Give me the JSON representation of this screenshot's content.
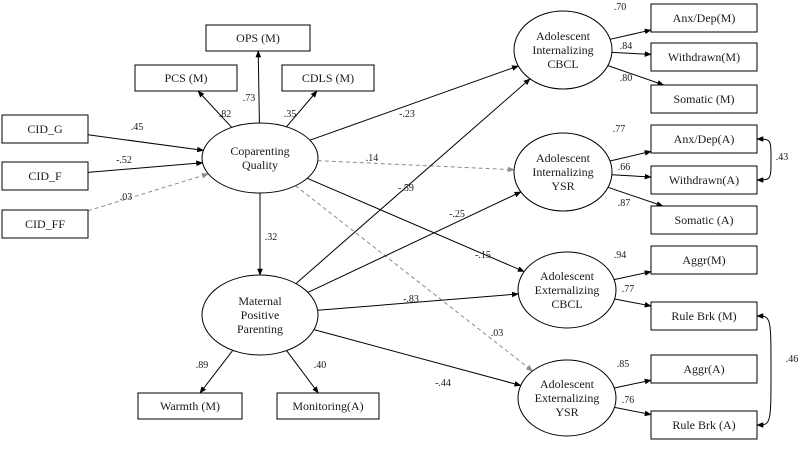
{
  "colors": {
    "line": "#000000",
    "nonsig": "#8c8c8c",
    "text": "#1a1a1a"
  },
  "boxes": [
    {
      "id": "ops",
      "label": "OPS (M)"
    },
    {
      "id": "pcs",
      "label": "PCS (M)"
    },
    {
      "id": "cdls",
      "label": "CDLS (M)"
    },
    {
      "id": "cidg",
      "label": "CID_G"
    },
    {
      "id": "cidf",
      "label": "CID_F"
    },
    {
      "id": "cidff",
      "label": "CID_FF"
    },
    {
      "id": "warm",
      "label": "Warmth (M)"
    },
    {
      "id": "mon",
      "label": "Monitoring(A)"
    },
    {
      "id": "adm",
      "label": "Anx/Dep(M)"
    },
    {
      "id": "wdm",
      "label": "Withdrawn(M)"
    },
    {
      "id": "som",
      "label": "Somatic (M)"
    },
    {
      "id": "ada",
      "label": "Anx/Dep(A)"
    },
    {
      "id": "wda",
      "label": "Withdrawn(A)"
    },
    {
      "id": "soa",
      "label": "Somatic (A)"
    },
    {
      "id": "agm",
      "label": "Aggr(M)"
    },
    {
      "id": "rbm",
      "label": "Rule Brk (M)"
    },
    {
      "id": "aga",
      "label": "Aggr(A)"
    },
    {
      "id": "rba",
      "label": "Rule Brk (A)"
    }
  ],
  "latents": [
    {
      "id": "cq",
      "lines": [
        "Coparenting",
        "Quality"
      ]
    },
    {
      "id": "mpp",
      "lines": [
        "Maternal",
        "Positive",
        "Parenting"
      ]
    },
    {
      "id": "intc",
      "lines": [
        "Adolescent",
        "Internalizing",
        "CBCL"
      ]
    },
    {
      "id": "inty",
      "lines": [
        "Adolescent",
        "Internalizing",
        "YSR"
      ]
    },
    {
      "id": "extc",
      "lines": [
        "Adolescent",
        "Externalizing",
        "CBCL"
      ]
    },
    {
      "id": "exty",
      "lines": [
        "Adolescent",
        "Externalizing",
        "YSR"
      ]
    }
  ],
  "paths": [
    {
      "id": "cq-ops",
      "from": "cq",
      "to": "ops",
      "coef": ".73",
      "sig": true
    },
    {
      "id": "cq-pcs",
      "from": "cq",
      "to": "pcs",
      "coef": ".82",
      "sig": true
    },
    {
      "id": "cq-cdls",
      "from": "cq",
      "to": "cdls",
      "coef": ".35",
      "sig": true
    },
    {
      "id": "cidg-cq",
      "from": "cidg",
      "to": "cq",
      "coef": ".45",
      "sig": true
    },
    {
      "id": "cidf-cq",
      "from": "cidf",
      "to": "cq",
      "coef": "-.52",
      "sig": true
    },
    {
      "id": "cidff-cq",
      "from": "cidff",
      "to": "cq",
      "coef": ".03",
      "sig": false
    },
    {
      "id": "cq-mpp",
      "from": "cq",
      "to": "mpp",
      "coef": ".32",
      "sig": true
    },
    {
      "id": "cq-intc",
      "from": "cq",
      "to": "intc",
      "coef": "-.23",
      "sig": true
    },
    {
      "id": "cq-inty",
      "from": "cq",
      "to": "inty",
      "coef": ".14",
      "sig": false
    },
    {
      "id": "cq-extc",
      "from": "cq",
      "to": "extc",
      "coef": "-.15",
      "sig": true
    },
    {
      "id": "cq-exty",
      "from": "cq",
      "to": "exty",
      "coef": ".03",
      "sig": false
    },
    {
      "id": "mpp-intc",
      "from": "mpp",
      "to": "intc",
      "coef": "-.59",
      "sig": true
    },
    {
      "id": "mpp-inty",
      "from": "mpp",
      "to": "inty",
      "coef": "-.25",
      "sig": true
    },
    {
      "id": "mpp-extc",
      "from": "mpp",
      "to": "extc",
      "coef": "-.83",
      "sig": true
    },
    {
      "id": "mpp-exty",
      "from": "mpp",
      "to": "exty",
      "coef": "-.44",
      "sig": true
    },
    {
      "id": "mpp-warm",
      "from": "mpp",
      "to": "warm",
      "coef": ".89",
      "sig": true
    },
    {
      "id": "mpp-mon",
      "from": "mpp",
      "to": "mon",
      "coef": ".40",
      "sig": true
    },
    {
      "id": "intc-adm",
      "from": "intc",
      "to": "adm",
      "coef": ".70",
      "sig": true
    },
    {
      "id": "intc-wdm",
      "from": "intc",
      "to": "wdm",
      "coef": ".84",
      "sig": true
    },
    {
      "id": "intc-som",
      "from": "intc",
      "to": "som",
      "coef": ".80",
      "sig": true
    },
    {
      "id": "inty-ada",
      "from": "inty",
      "to": "ada",
      "coef": ".77",
      "sig": true
    },
    {
      "id": "inty-wda",
      "from": "inty",
      "to": "wda",
      "coef": ".66",
      "sig": true
    },
    {
      "id": "inty-soa",
      "from": "inty",
      "to": "soa",
      "coef": ".87",
      "sig": true
    },
    {
      "id": "extc-agm",
      "from": "extc",
      "to": "agm",
      "coef": ".94",
      "sig": true
    },
    {
      "id": "extc-rbm",
      "from": "extc",
      "to": "rbm",
      "coef": ".77",
      "sig": true
    },
    {
      "id": "exty-aga",
      "from": "exty",
      "to": "aga",
      "coef": ".85",
      "sig": true
    },
    {
      "id": "exty-rba",
      "from": "exty",
      "to": "rba",
      "coef": ".76",
      "sig": true
    }
  ],
  "covariances": [
    {
      "id": "ada-wda",
      "from": "ada",
      "to": "wda",
      "coef": ".43"
    },
    {
      "id": "rbm-rba",
      "from": "rbm",
      "to": "rba",
      "coef": ".46"
    }
  ]
}
